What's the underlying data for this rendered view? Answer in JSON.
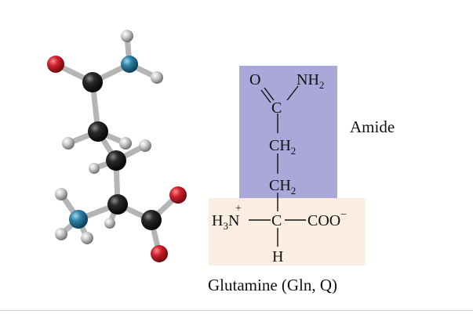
{
  "molecule_model": {
    "description_icon": "ball-and-stick-glutamine",
    "atom_colors": {
      "carbon": "#1a1a1a",
      "oxygen": "#c8202e",
      "nitrogen": "#2f7fa6",
      "hydrogen": "#c9c9c9"
    }
  },
  "formula": {
    "amide_highlight_color": "#a9a8d8",
    "backbone_highlight_color": "#fbeee0",
    "O": "O",
    "NH": "NH",
    "NH_sub": "2",
    "C_top": "C",
    "CH2_a": "CH",
    "CH2_a_sub": "2",
    "CH2_b": "CH",
    "CH2_b_sub": "2",
    "H3N": "H",
    "H3N_sub": "3",
    "N": "N",
    "plus": "+",
    "C_alpha": "C",
    "COO": "COO",
    "minus": "−",
    "H": "H"
  },
  "labels": {
    "amide": "Amide",
    "caption": "Glutamine (Gln, Q)"
  }
}
